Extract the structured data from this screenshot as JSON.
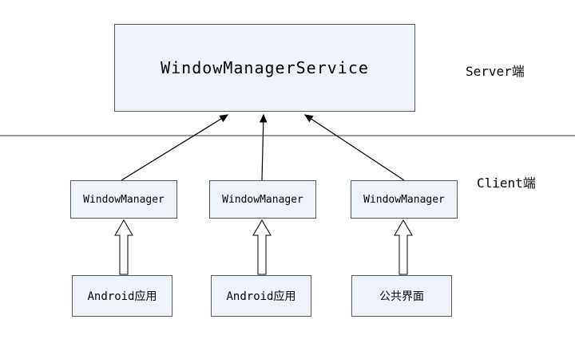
{
  "diagram": {
    "title_box": "WindowManagerService",
    "server_label": "Server端",
    "client_label": "Client端",
    "managers": [
      {
        "label": "WindowManager"
      },
      {
        "label": "WindowManager"
      },
      {
        "label": "WindowManager"
      }
    ],
    "apps": [
      {
        "label": "Android应用"
      },
      {
        "label": "Android应用"
      },
      {
        "label": "公共界面"
      }
    ],
    "colors": {
      "box_fill": "#eef3fa",
      "box_border": "#5a5a5a",
      "line": "#000000"
    }
  }
}
